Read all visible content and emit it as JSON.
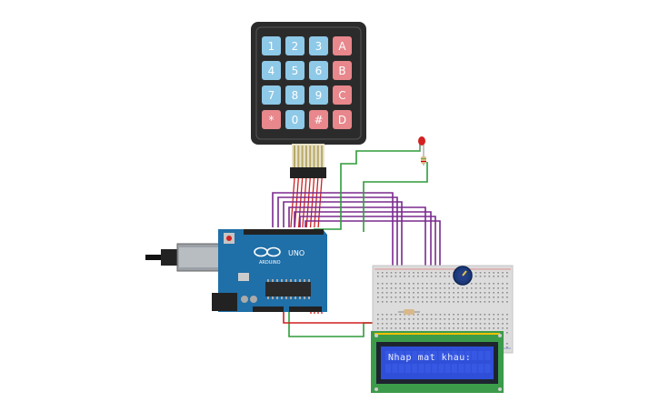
{
  "keypad": {
    "keys": [
      [
        "1",
        "2",
        "3",
        "A"
      ],
      [
        "4",
        "5",
        "6",
        "B"
      ],
      [
        "7",
        "8",
        "9",
        "C"
      ],
      [
        "*",
        "0",
        "#",
        "D"
      ]
    ],
    "colors": {
      "frame": "#2b2b2b",
      "digit_key": "#8ec9e8",
      "letter_key": "#e8878c"
    }
  },
  "arduino": {
    "brand_label": "ARDUINO",
    "model_label": "UNO",
    "board_color": "#1f6fa8"
  },
  "lcd": {
    "text_line1": "Nhap mat khau:",
    "text_line2": "",
    "pcb_color": "#3c9b4a",
    "screen_color": "#2f4fd8"
  },
  "breadboard": {
    "color": "#dcdcdc"
  },
  "led": {
    "color": "#d42020"
  },
  "wires": {
    "keypad_color": "#d21f1f",
    "purple_color": "#7a2a8e",
    "green_color": "#2e9c3a"
  }
}
